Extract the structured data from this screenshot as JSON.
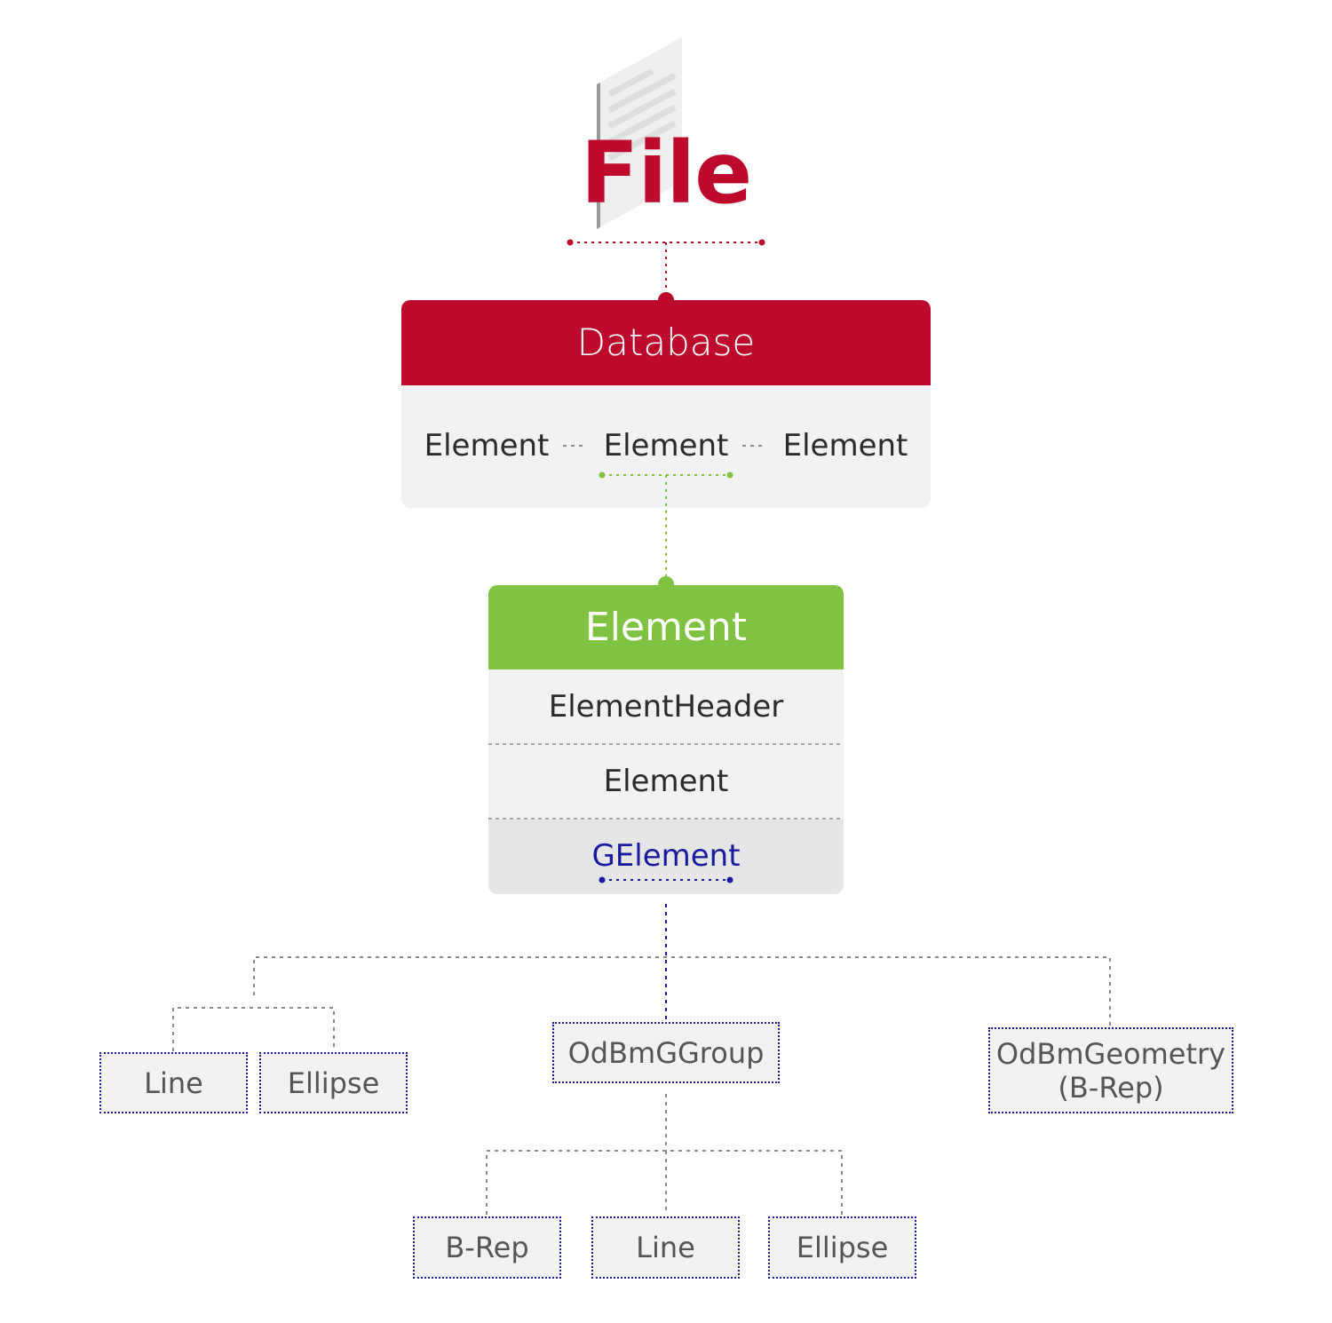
{
  "title": "File",
  "database": {
    "header": "Database",
    "elements": [
      "Element",
      "Element",
      "Element"
    ]
  },
  "element_card": {
    "header": "Element",
    "rows": [
      "ElementHeader",
      "Element",
      "GElement"
    ]
  },
  "left_group": {
    "items": [
      "Line",
      "Ellipse"
    ]
  },
  "group_node": {
    "label": "OdBmGGroup",
    "children": [
      "B-Rep",
      "Line",
      "Ellipse"
    ]
  },
  "geometry_node": {
    "line1": "OdBmGeometry",
    "line2": "(B-Rep)"
  },
  "colors": {
    "brand_red": "#bd0a2c",
    "green": "#80c241",
    "navy": "#1a1aa0",
    "gray_line": "#8a8a8a"
  }
}
